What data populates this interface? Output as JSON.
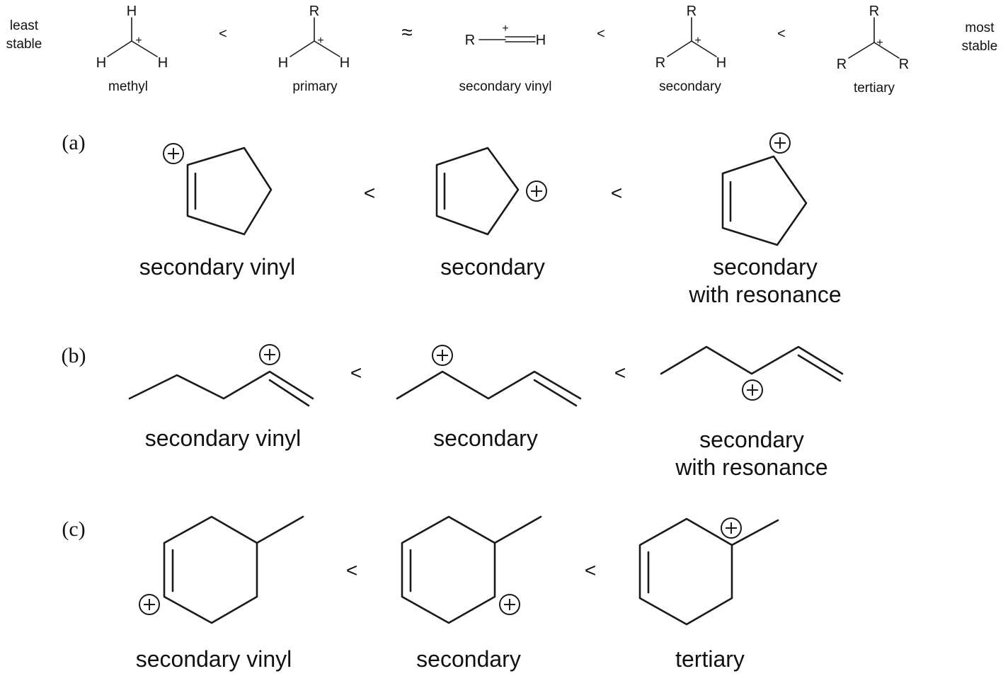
{
  "top": {
    "least_stable": [
      "least",
      "stable"
    ],
    "most_stable": [
      "most",
      "stable"
    ],
    "names": [
      "methyl",
      "primary",
      "secondary vinyl",
      "secondary",
      "tertiary"
    ],
    "operators": [
      "<",
      "≈",
      "<",
      "<"
    ],
    "atoms": {
      "H": "H",
      "R": "R",
      "plus": "+"
    }
  },
  "rows": {
    "a": {
      "tag": "(a)",
      "operators": [
        "<",
        "<"
      ],
      "labels": [
        [
          "secondary vinyl"
        ],
        [
          "secondary"
        ],
        [
          "secondary",
          "with resonance"
        ]
      ]
    },
    "b": {
      "tag": "(b)",
      "operators": [
        "<",
        "<"
      ],
      "labels": [
        [
          "secondary vinyl"
        ],
        [
          "secondary"
        ],
        [
          "secondary",
          "with resonance"
        ]
      ]
    },
    "c": {
      "tag": "(c)",
      "operators": [
        "<",
        "<"
      ],
      "labels": [
        [
          "secondary vinyl"
        ],
        [
          "secondary"
        ],
        [
          "tertiary"
        ]
      ]
    }
  }
}
